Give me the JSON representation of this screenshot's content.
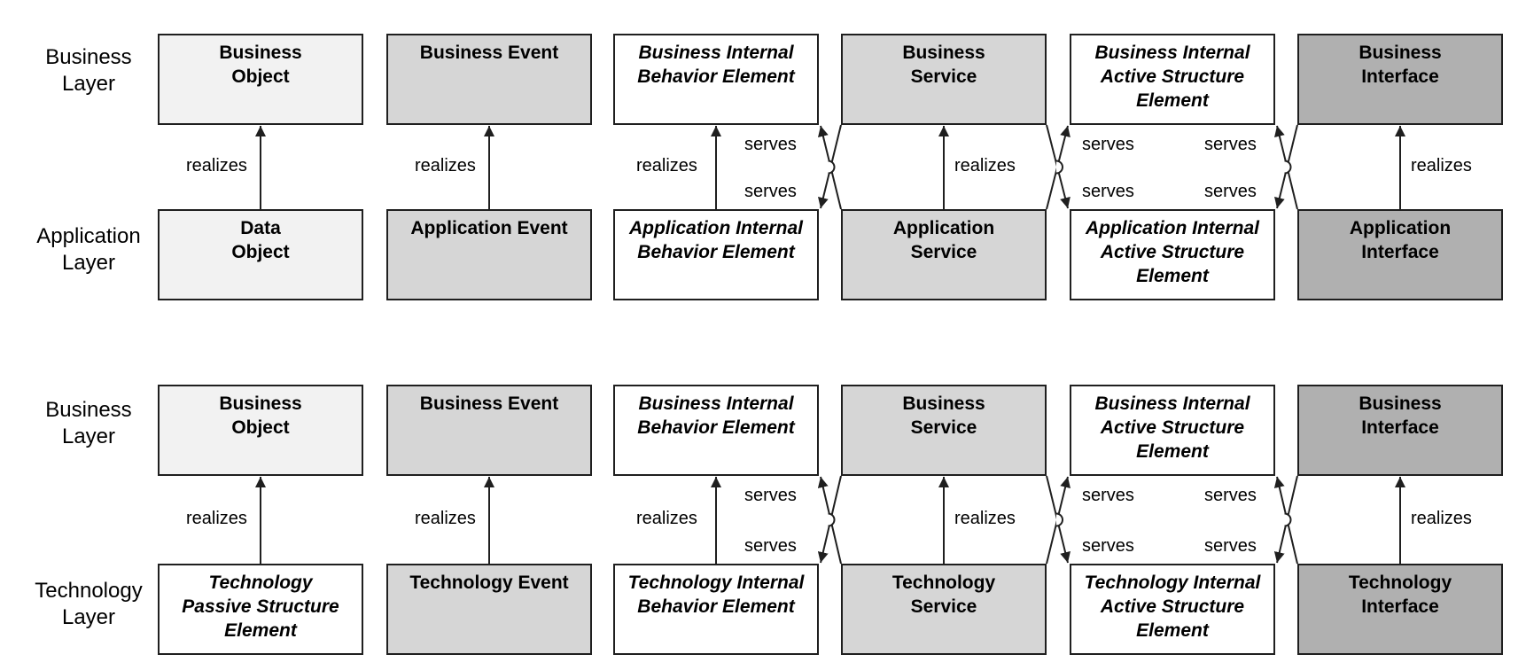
{
  "panels": [
    {
      "layers": [
        "Business Layer",
        "Application Layer"
      ],
      "top_row": [
        {
          "lines": [
            "Business",
            "Object"
          ],
          "italic": false,
          "fill": "light"
        },
        {
          "lines": [
            "Business Event"
          ],
          "italic": false,
          "fill": "mid"
        },
        {
          "lines": [
            "Business Internal",
            "Behavior Element"
          ],
          "italic": true,
          "fill": "white"
        },
        {
          "lines": [
            "Business",
            "Service"
          ],
          "italic": false,
          "fill": "mid"
        },
        {
          "lines": [
            "Business Internal",
            "Active Structure",
            "Element"
          ],
          "italic": true,
          "fill": "white"
        },
        {
          "lines": [
            "Business",
            "Interface"
          ],
          "italic": false,
          "fill": "dark"
        }
      ],
      "bottom_row": [
        {
          "lines": [
            "Data",
            "Object"
          ],
          "italic": false,
          "fill": "light"
        },
        {
          "lines": [
            "Application Event"
          ],
          "italic": false,
          "fill": "mid"
        },
        {
          "lines": [
            "Application Internal",
            "Behavior Element"
          ],
          "italic": true,
          "fill": "white"
        },
        {
          "lines": [
            "Application",
            "Service"
          ],
          "italic": false,
          "fill": "mid"
        },
        {
          "lines": [
            "Application Internal",
            "Active Structure",
            "Element"
          ],
          "italic": true,
          "fill": "white"
        },
        {
          "lines": [
            "Application",
            "Interface"
          ],
          "italic": false,
          "fill": "dark"
        }
      ]
    },
    {
      "layers": [
        "Business Layer",
        "Technology Layer"
      ],
      "top_row": [
        {
          "lines": [
            "Business",
            "Object"
          ],
          "italic": false,
          "fill": "light"
        },
        {
          "lines": [
            "Business Event"
          ],
          "italic": false,
          "fill": "mid"
        },
        {
          "lines": [
            "Business Internal",
            "Behavior Element"
          ],
          "italic": true,
          "fill": "white"
        },
        {
          "lines": [
            "Business",
            "Service"
          ],
          "italic": false,
          "fill": "mid"
        },
        {
          "lines": [
            "Business Internal",
            "Active Structure",
            "Element"
          ],
          "italic": true,
          "fill": "white"
        },
        {
          "lines": [
            "Business",
            "Interface"
          ],
          "italic": false,
          "fill": "dark"
        }
      ],
      "bottom_row": [
        {
          "lines": [
            "Technology",
            "Passive Structure",
            "Element"
          ],
          "italic": true,
          "fill": "white"
        },
        {
          "lines": [
            "Technology Event"
          ],
          "italic": false,
          "fill": "mid"
        },
        {
          "lines": [
            "Technology Internal",
            "Behavior Element"
          ],
          "italic": true,
          "fill": "white"
        },
        {
          "lines": [
            "Technology",
            "Service"
          ],
          "italic": false,
          "fill": "mid"
        },
        {
          "lines": [
            "Technology Internal",
            "Active Structure",
            "Element"
          ],
          "italic": true,
          "fill": "white"
        },
        {
          "lines": [
            "Technology",
            "Interface"
          ],
          "italic": false,
          "fill": "dark"
        }
      ]
    }
  ],
  "relation_labels": {
    "realizes": "realizes",
    "serves": "serves"
  },
  "colors": {
    "light": "#f2f2f2",
    "white": "#ffffff",
    "mid": "#d6d6d6",
    "dark": "#b0b0b0",
    "stroke": "#1f1f1f"
  }
}
